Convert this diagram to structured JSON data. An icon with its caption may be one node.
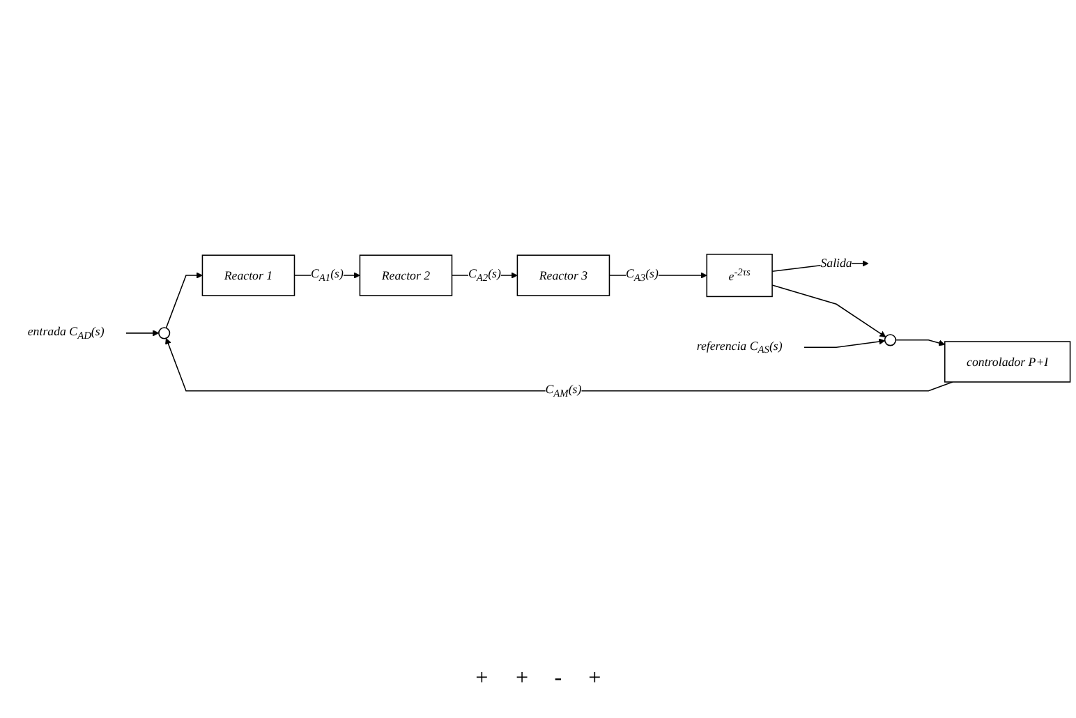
{
  "diagram": {
    "nodes": [
      {
        "text": [
          "entrada C$_{AD}$(s)"
        ]
      },
      {
        "text": [],
        "shape": "circle"
      },
      {
        "text": [
          "Reactor 1"
        ]
      },
      {
        "text": [
          "Reactor 2"
        ]
      },
      {
        "text": [
          "Reactor 3"
        ]
      },
      {
        "text": [
          "e$^{-2τs}$"
        ]
      },
      {
        "text": [],
        "shape": "circle"
      },
      {
        "text": [
          "controlador P+I"
        ]
      },
      {
        "text": [
          "referencia C$_{AS}$(s)"
        ]
      }
    ],
    "edges": [
      {
        "from": 0,
        "to": 1,
        "arrow": "to"
      },
      {
        "from": 1,
        "to": 2,
        "arrow": "to"
      },
      {
        "from": 2,
        "to": 3,
        "arrow": "to",
        "label": "C$_{A1}$(s)"
      },
      {
        "from": 3,
        "to": 4,
        "arrow": "to",
        "label": "C$_{A2}$(s)"
      },
      {
        "from": 4,
        "to": 5,
        "arrow": "to",
        "label": "C$_{A3}$(s)"
      },
      {
        "from": 5,
        "to": null,
        "arrow": "to",
        "label": "Salida"
      },
      {
        "from": 5,
        "to": 6,
        "arrow": "to"
      },
      {
        "from": 8,
        "to": 6,
        "arrow": "to"
      },
      {
        "from": 6,
        "to": 7,
        "arrow": "to"
      },
      {
        "from": 7,
        "to": 1,
        "arrow": "to",
        "label": "C$_{AM}$(s)"
      }
    ],
    "labels": [
      "+",
      "+",
      "-",
      "+"
    ]
  }
}
